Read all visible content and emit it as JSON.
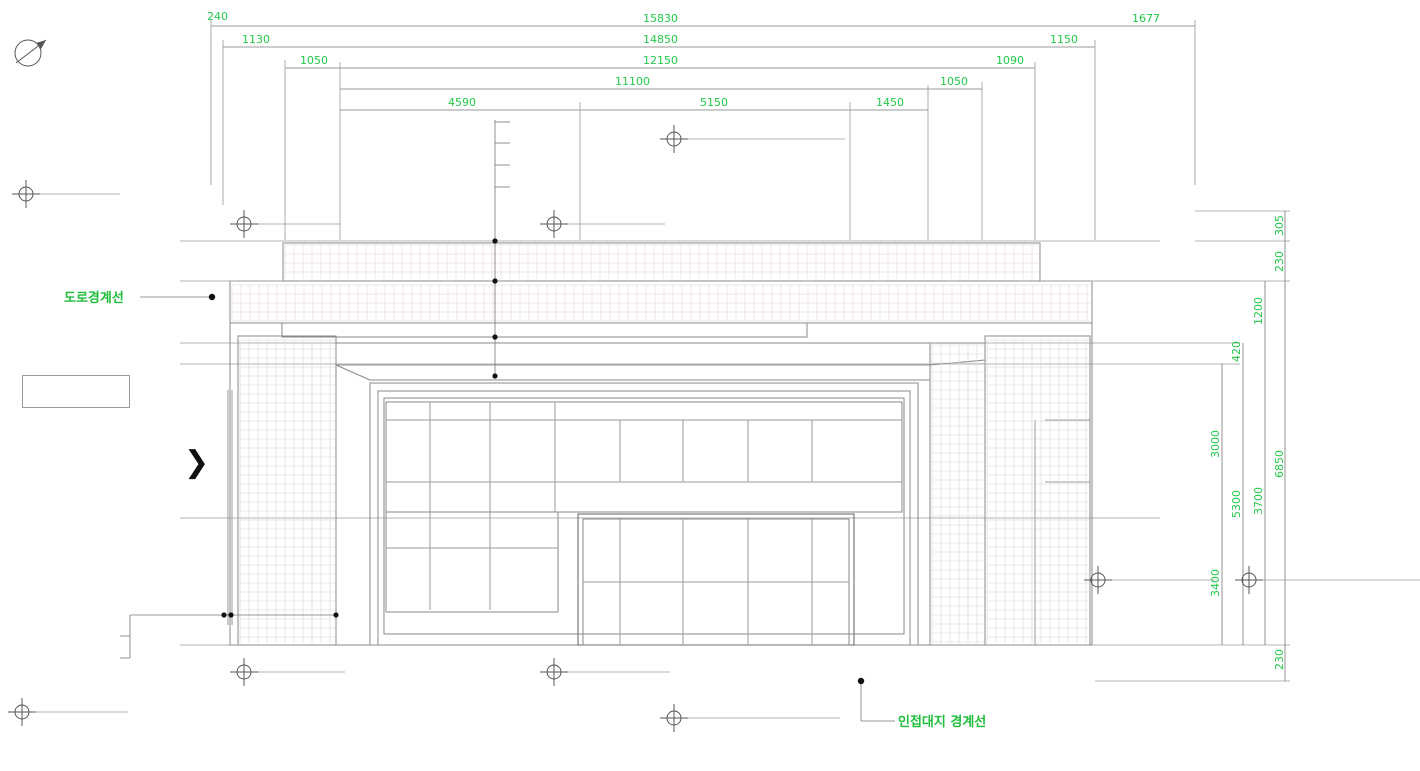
{
  "dimensions_horizontal": {
    "row1": [
      "240",
      "15830",
      "1677"
    ],
    "row2": [
      "1130",
      "14850",
      "1150"
    ],
    "row3": [
      "1050",
      "12150",
      "1090"
    ],
    "row4": [
      "11100",
      "1050"
    ],
    "row5": [
      "4590",
      "5150",
      "1450"
    ]
  },
  "dimensions_vertical": {
    "outer": [
      "305",
      "230",
      "1200",
      "6850",
      "230"
    ],
    "middle": [
      "420",
      "3700"
    ],
    "inner": [
      "3000",
      "5300",
      "3400"
    ]
  },
  "labels": {
    "left_boundary": "도로경계선",
    "bottom_boundary": "인접대지 경계선"
  },
  "colors": {
    "dimension_text": "#22c94a",
    "linework": "#9a9a9a"
  },
  "icons": {
    "north_arrow": "north-arrow-icon",
    "section_marker": "chevron-right-icon"
  }
}
